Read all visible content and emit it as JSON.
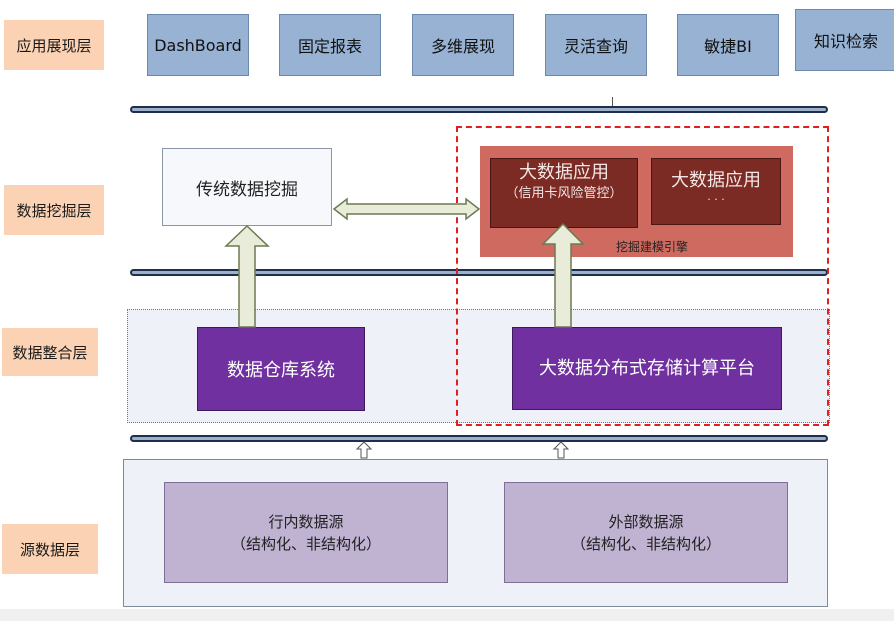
{
  "layers": {
    "app": "应用展现层",
    "mining": "数据挖掘层",
    "integration": "数据整合层",
    "source": "源数据层"
  },
  "app_items": [
    "DashBoard",
    "固定报表",
    "多维展现",
    "灵活查询",
    "敏捷BI",
    "知识检索"
  ],
  "mining": {
    "traditional": "传统数据挖掘",
    "bigdata_app1_title": "大数据应用",
    "bigdata_app1_sub": "（信用卡风险管控）",
    "bigdata_app2_title": "大数据应用",
    "bigdata_app2_sub": "· · ·",
    "engine_label": "挖掘建模引擎"
  },
  "integration": {
    "warehouse": "数据仓库系统",
    "bigdata_platform": "大数据分布式存储计算平台"
  },
  "source": {
    "internal_title": "行内数据源",
    "internal_sub": "（结构化、非结构化）",
    "external_title": "外部数据源",
    "external_sub": "（结构化、非结构化）"
  },
  "colors": {
    "layer_label": "#fbd3b4",
    "app_box": "#97b2d2",
    "purple": "#7030a0",
    "lavender": "#bfb3d1",
    "engine_bg": "#cf6a60",
    "dark_red": "#7b2a24",
    "dashed_border": "#e02020"
  }
}
